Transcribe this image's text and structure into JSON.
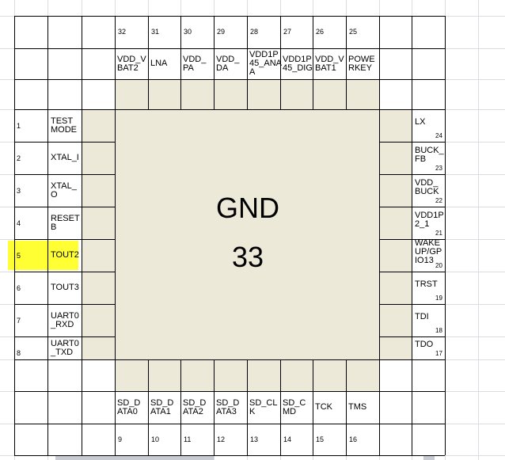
{
  "top_pins": [
    {
      "num": "32",
      "name": "VDD_V\nBAT2"
    },
    {
      "num": "31",
      "name": "LNA"
    },
    {
      "num": "30",
      "name": "VDD_\nPA"
    },
    {
      "num": "29",
      "name": "VDD_\nDA"
    },
    {
      "num": "28",
      "name": "VDD1P\n45_ANA\nA"
    },
    {
      "num": "27",
      "name": "VDD1P\n45_DIG"
    },
    {
      "num": "26",
      "name": "VDD_V\nBAT1"
    },
    {
      "num": "25",
      "name": "POWE\nRKEY"
    }
  ],
  "left_pins": [
    {
      "num": "1",
      "name": "TEST\nMODE"
    },
    {
      "num": "2",
      "name": "XTAL_I"
    },
    {
      "num": "3",
      "name": "XTAL_\nO"
    },
    {
      "num": "4",
      "name": "RESET\nB"
    },
    {
      "num": "5",
      "name": "TOUT2"
    },
    {
      "num": "6",
      "name": "TOUT3"
    },
    {
      "num": "7",
      "name": "UART0\n_RXD"
    },
    {
      "num": "8",
      "name": "UART0\n_TXD"
    }
  ],
  "right_pins": [
    {
      "num": "24",
      "name": "LX"
    },
    {
      "num": "23",
      "name": "BUCK_\nFB"
    },
    {
      "num": "22",
      "name": "VDD_\nBUCK"
    },
    {
      "num": "21",
      "name": "VDD1P\n2_1"
    },
    {
      "num": "20",
      "name": "WAKE\nUP/GP\nIO13"
    },
    {
      "num": "19",
      "name": "TRST"
    },
    {
      "num": "18",
      "name": "TDI"
    },
    {
      "num": "17",
      "name": "TDO"
    }
  ],
  "bottom_pins": [
    {
      "num": "9",
      "name": "SD_D\nATA0"
    },
    {
      "num": "10",
      "name": "SD_D\nATA1"
    },
    {
      "num": "11",
      "name": "SD_D\nATA2"
    },
    {
      "num": "12",
      "name": "SD_D\nATA3"
    },
    {
      "num": "13",
      "name": "SD_CL\nK"
    },
    {
      "num": "14",
      "name": "SD_C\nMD"
    },
    {
      "num": "15",
      "name": "TCK"
    },
    {
      "num": "16",
      "name": "TMS"
    }
  ],
  "center": {
    "label": "GND",
    "number": "33"
  },
  "highlight": {
    "pin": "5",
    "color": "#ffff33"
  },
  "colors": {
    "pad": "#ece9d8",
    "line": "#000000",
    "gridline": "#d9dde3"
  }
}
